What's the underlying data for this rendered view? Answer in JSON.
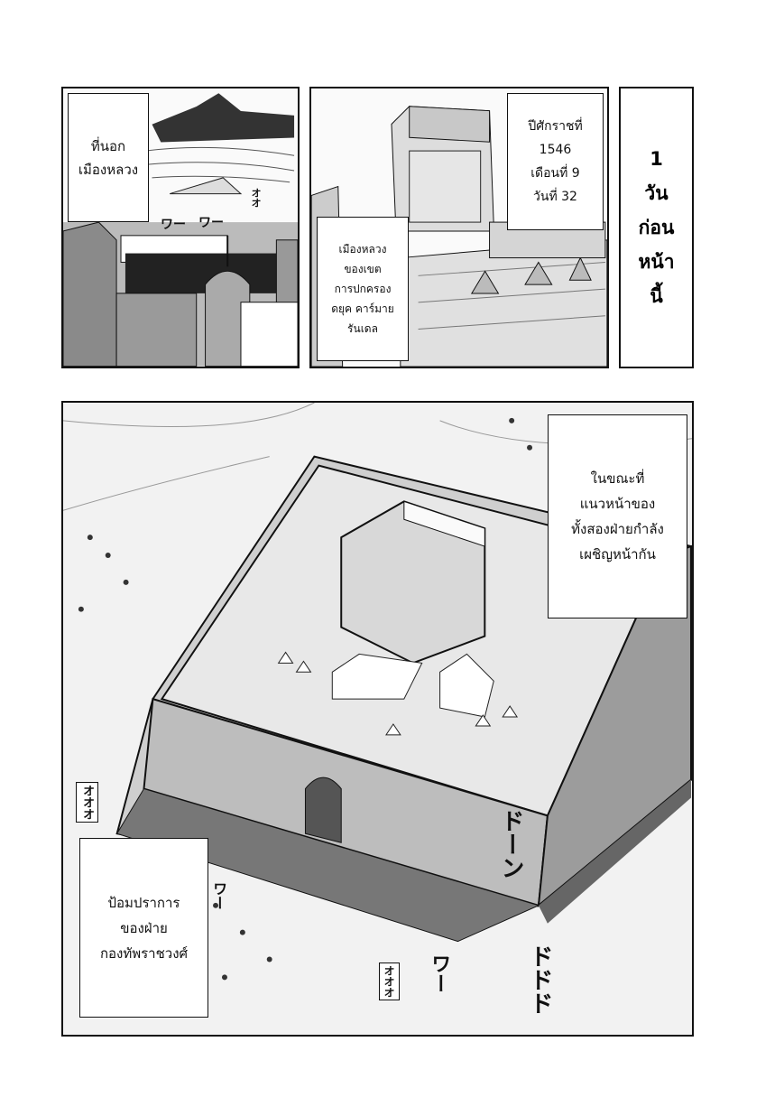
{
  "panels": {
    "outside_capital": {
      "caption": [
        "ที่นอก",
        "เมืองหลวง"
      ],
      "sfx": [
        "ワー",
        "ワー",
        "オオ"
      ]
    },
    "capital_city": {
      "caption_date": [
        "ปีศักราชที่",
        "1546",
        "เดือนที่ 9",
        "วันที่ 32"
      ],
      "caption_place": [
        "เมืองหลวง",
        "ของเขต",
        "การปกครอง",
        "ดยุค คาร์มาย",
        "รันเดล"
      ]
    },
    "time_marker": {
      "caption": [
        "1",
        "วัน",
        "ก่อน",
        "หน้า",
        "นี้"
      ]
    },
    "fortress": {
      "caption_front": [
        "ในขณะที่",
        "แนวหน้าของ",
        "ทั้งสองฝ่ายกำลัง",
        "เผชิญหน้ากัน"
      ],
      "caption_fort": [
        "ป้อมปราการ",
        "ของฝ่าย",
        "กองทัพราชวงศ์"
      ],
      "sfx": [
        "オオオ",
        "オオオ",
        "ドーン",
        "ドドド",
        "ワー",
        "ワー"
      ]
    }
  }
}
